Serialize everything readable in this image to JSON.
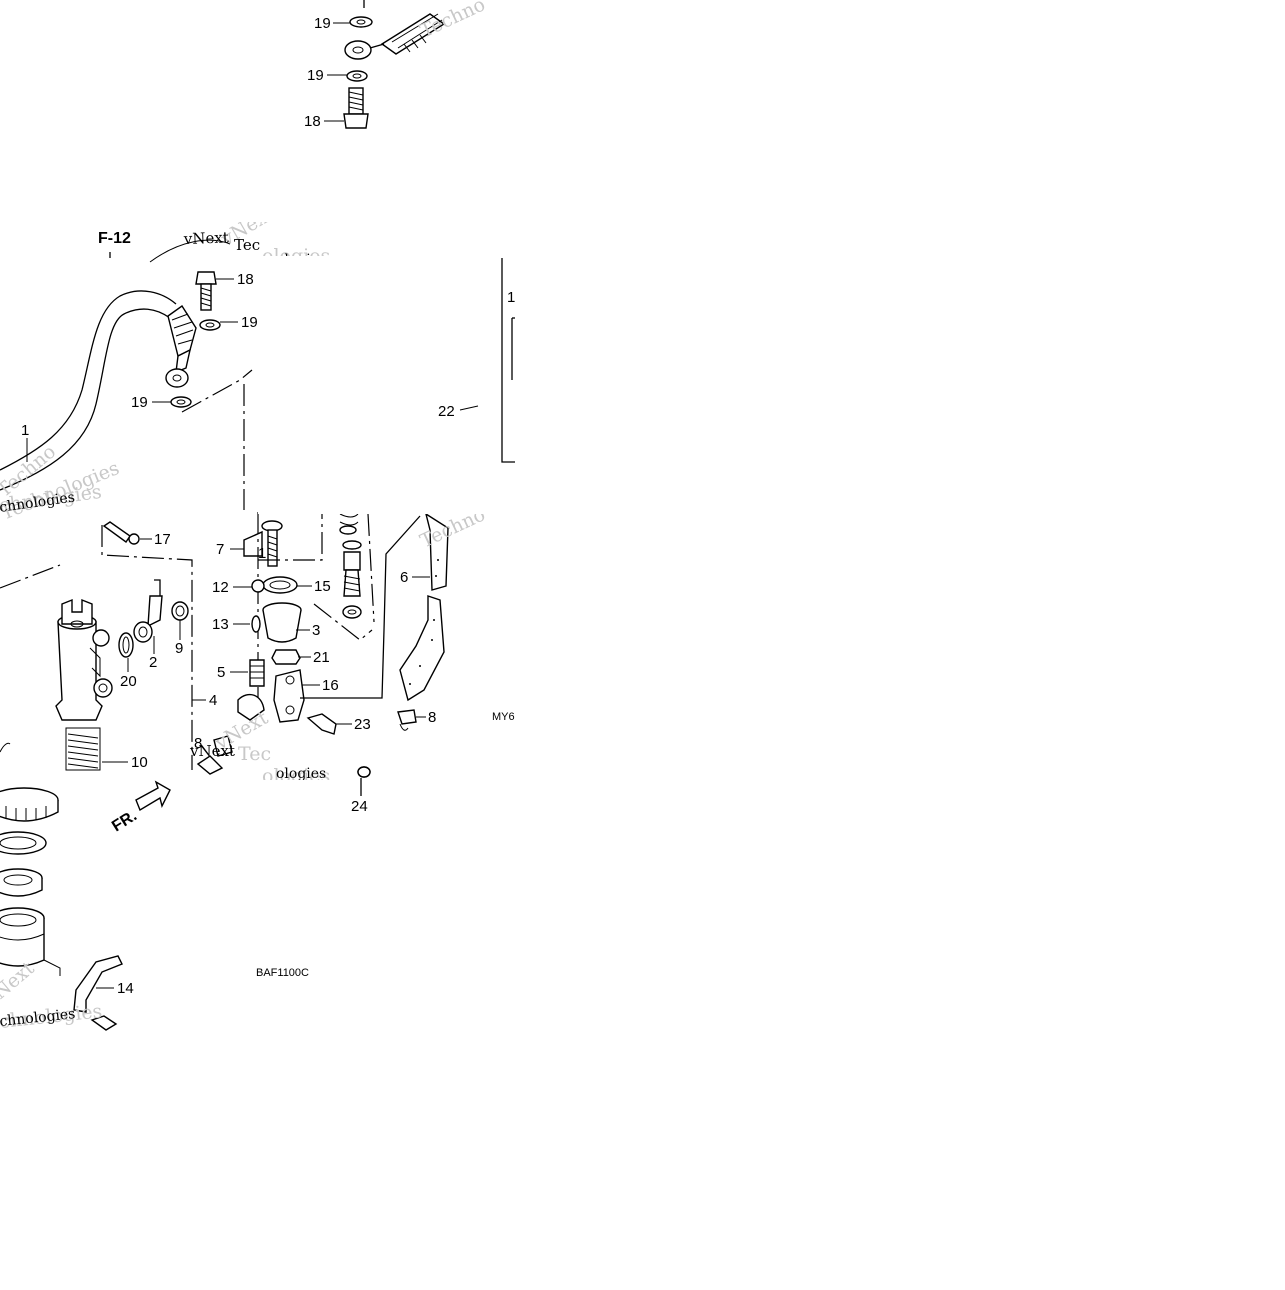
{
  "diagram": {
    "reference": "F-12",
    "front_marker": "FR.",
    "drawing_codes": [
      "BAF1100C",
      "MY6"
    ],
    "watermark_fragments": [
      "vNext",
      "Techno",
      "Techno",
      "ologies",
      "Technologies",
      "chnologies",
      "vNext",
      "Tec",
      "ologies",
      "Techno",
      "Next",
      "chnologies"
    ],
    "callouts": [
      {
        "id": "c19a",
        "num": "19"
      },
      {
        "id": "c19b",
        "num": "19"
      },
      {
        "id": "c18a",
        "num": "18"
      },
      {
        "id": "c18b",
        "num": "18"
      },
      {
        "id": "c19c",
        "num": "19"
      },
      {
        "id": "c19d",
        "num": "19"
      },
      {
        "id": "c1a",
        "num": "1"
      },
      {
        "id": "c1b",
        "num": "1"
      },
      {
        "id": "c22",
        "num": "22"
      },
      {
        "id": "c17",
        "num": "17"
      },
      {
        "id": "c7",
        "num": "7"
      },
      {
        "id": "c11",
        "num": "1"
      },
      {
        "id": "c12",
        "num": "12"
      },
      {
        "id": "c15",
        "num": "15"
      },
      {
        "id": "c13",
        "num": "13"
      },
      {
        "id": "c3",
        "num": "3"
      },
      {
        "id": "c21",
        "num": "21"
      },
      {
        "id": "c5",
        "num": "5"
      },
      {
        "id": "c16",
        "num": "16"
      },
      {
        "id": "c23",
        "num": "23"
      },
      {
        "id": "c8a",
        "num": "8"
      },
      {
        "id": "c8b",
        "num": "8"
      },
      {
        "id": "c6",
        "num": "6"
      },
      {
        "id": "c2",
        "num": "2"
      },
      {
        "id": "c9",
        "num": "9"
      },
      {
        "id": "c20",
        "num": "20"
      },
      {
        "id": "c4",
        "num": "4"
      },
      {
        "id": "c10",
        "num": "10"
      },
      {
        "id": "c24",
        "num": "24"
      },
      {
        "id": "c14",
        "num": "14"
      }
    ]
  }
}
